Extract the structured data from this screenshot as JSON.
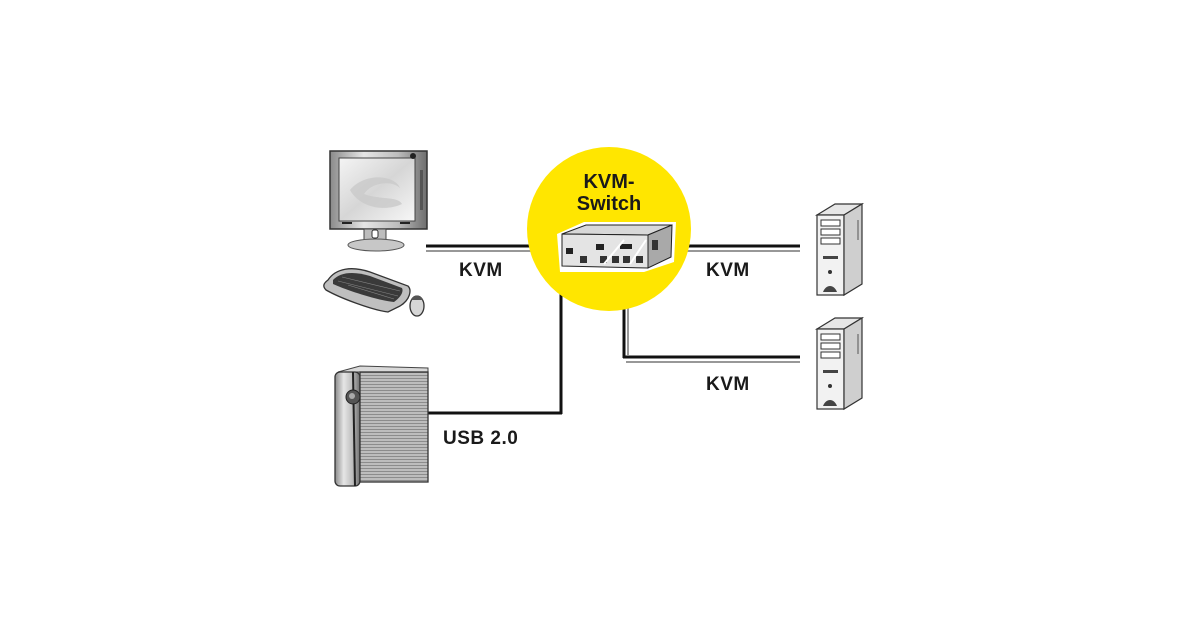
{
  "diagram": {
    "title": "KVM-Switch connection diagram",
    "hub": {
      "label_line1": "KVM-",
      "label_line2": "Switch",
      "color": "#ffe600",
      "icon": "kvm-switch-device-icon"
    },
    "devices": [
      {
        "id": "monitor",
        "icon": "monitor-icon"
      },
      {
        "id": "keyboard",
        "icon": "keyboard-icon"
      },
      {
        "id": "mouse",
        "icon": "mouse-icon"
      },
      {
        "id": "usb-drive",
        "icon": "external-drive-icon"
      },
      {
        "id": "pc-1",
        "icon": "pc-tower-icon"
      },
      {
        "id": "pc-2",
        "icon": "pc-tower-icon"
      }
    ],
    "connections": [
      {
        "from": "console",
        "to": "hub",
        "label": "KVM"
      },
      {
        "from": "hub",
        "to": "pc-1",
        "label": "KVM"
      },
      {
        "from": "hub",
        "to": "pc-2",
        "label": "KVM"
      },
      {
        "from": "hub",
        "to": "usb-drive",
        "label": "USB 2.0"
      }
    ]
  }
}
